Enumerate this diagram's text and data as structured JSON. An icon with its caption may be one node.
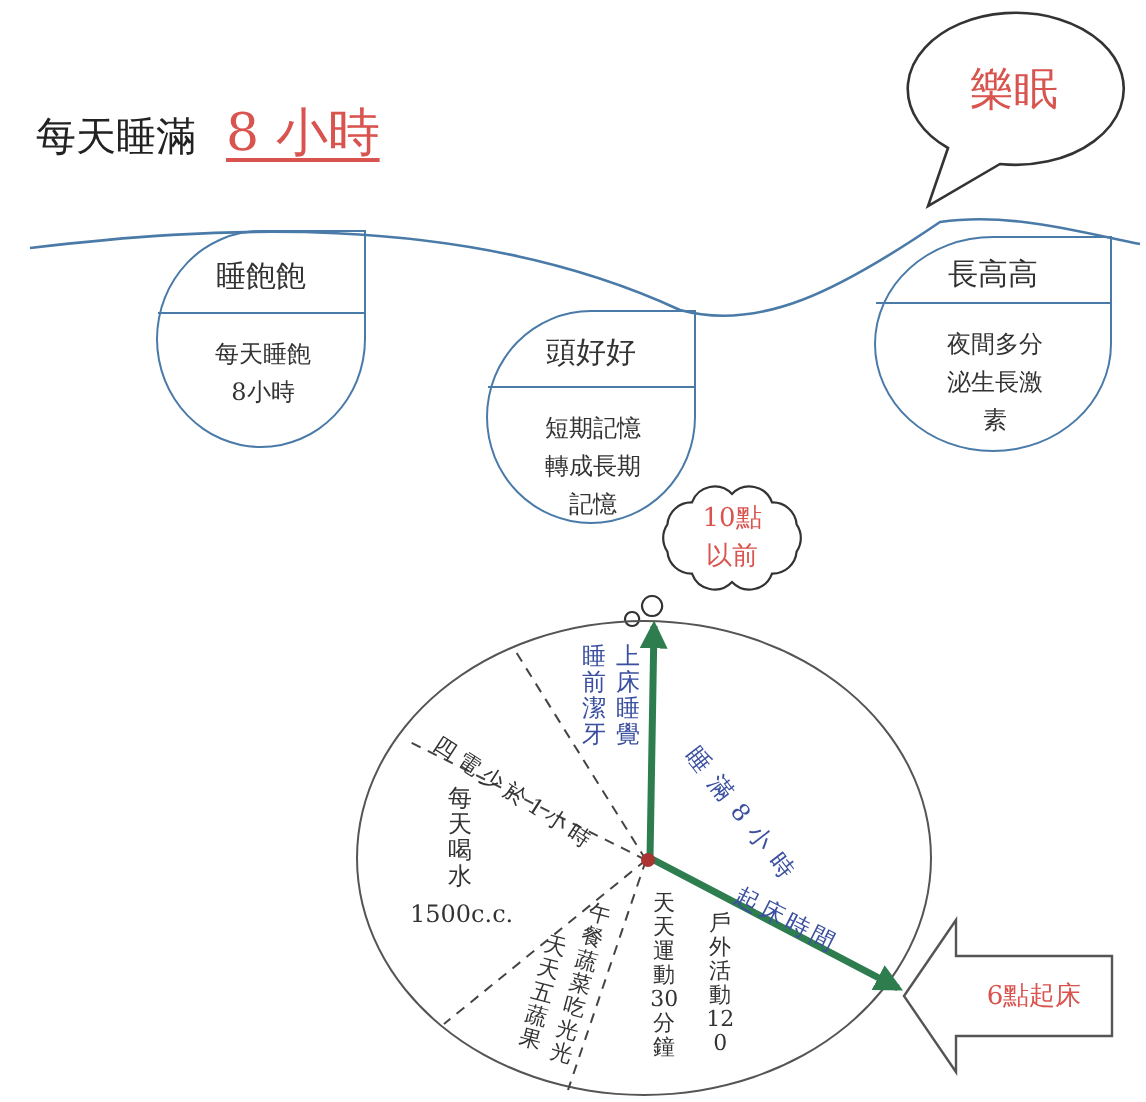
{
  "diagram": {
    "title": "每天睡滿",
    "nodes": [
      {
        "text": [
          "樂眠"
        ]
      },
      {
        "text": [
          "睡飽飽",
          "每天睡飽8小時"
        ]
      },
      {
        "text": [
          "頭好好",
          "短期記憶轉成長期記憶"
        ]
      },
      {
        "text": [
          "長高高",
          "夜間多分泌生長激素"
        ]
      },
      {
        "text": [
          "10點以前"
        ]
      },
      {
        "text": [],
        "shape": "circle"
      },
      {
        "text": [
          "6點起床"
        ]
      }
    ],
    "edges": [
      {
        "from": 5,
        "to": 4,
        "arrow": "to"
      },
      {
        "from": 5,
        "to": 6,
        "arrow": "to"
      }
    ],
    "labels": [
      "8 小時",
      "上床睡覺",
      "睡前潔牙",
      "睡滿8小時",
      "四電少於1小時",
      "每天喝水",
      "1500c.c.",
      "天天運動30分鐘",
      "戶外活動120",
      "午餐蔬菜吃光光",
      "天天五蔬果",
      "起床時間"
    ]
  }
}
